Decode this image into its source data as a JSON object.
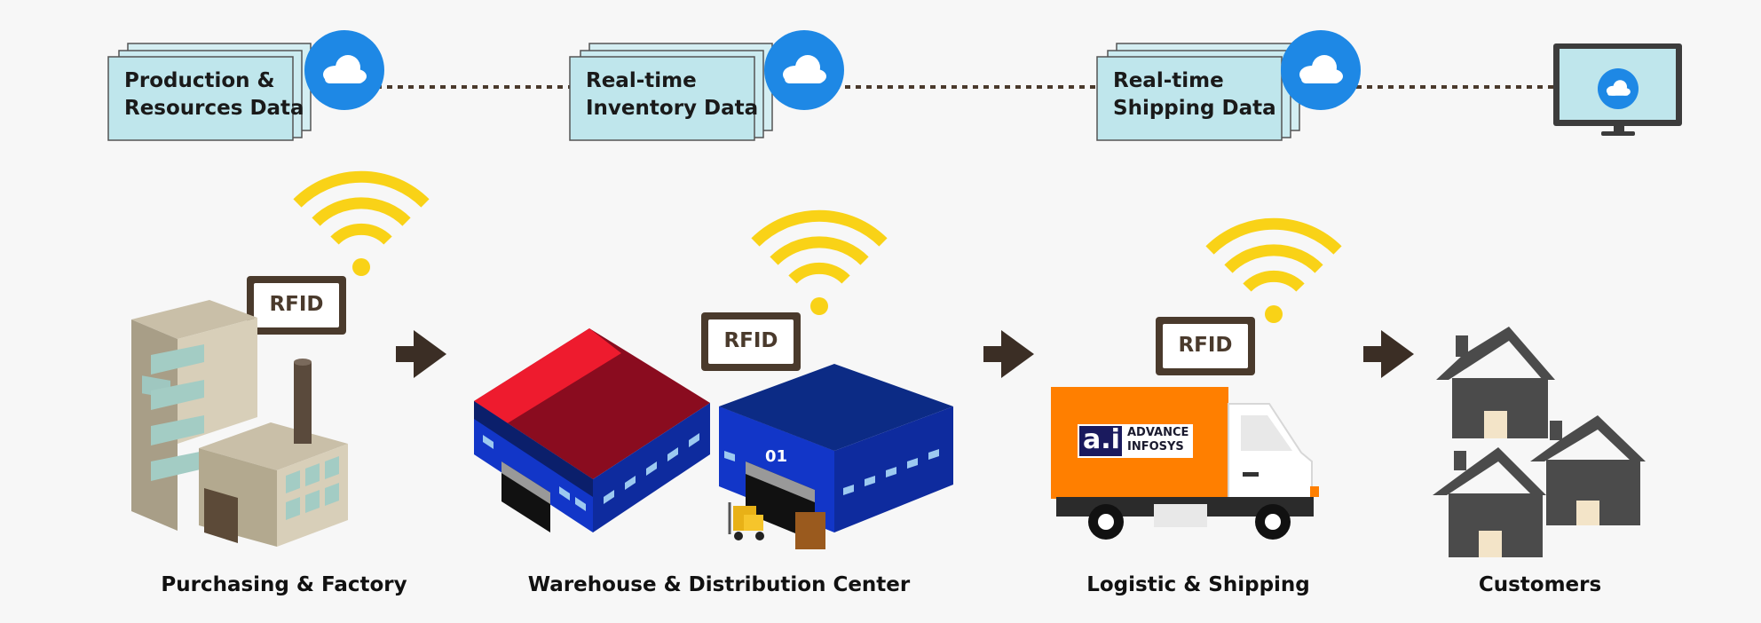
{
  "data_sources": [
    {
      "label": "Production &\nResources Data",
      "icon": "cloud-icon"
    },
    {
      "label": "Real-time\nInventory Data",
      "icon": "cloud-icon"
    },
    {
      "label": "Real-time\nShipping Data",
      "icon": "cloud-icon"
    }
  ],
  "endpoint": {
    "icon": "monitor-cloud-icon"
  },
  "rfid_tag": "RFID",
  "stages": [
    {
      "caption": "Purchasing & Factory",
      "icon": "factory-icon"
    },
    {
      "caption": "Warehouse & Distribution Center",
      "icon": "warehouse-icon"
    },
    {
      "caption": "Logistic & Shipping",
      "icon": "truck-icon"
    },
    {
      "caption": "Customers",
      "icon": "houses-icon"
    }
  ],
  "warehouse_door_number": "01",
  "truck": {
    "logo": "a.i",
    "brand": "ADVANCE\nINFOSYS"
  },
  "colors": {
    "doc_fill": "#bfe6ec",
    "cloud_blue": "#1e88e5",
    "wifi_yellow": "#f9d217",
    "arrow_brown": "#3b2e25",
    "truck_orange": "#ff7f00",
    "roof_red": "#e8152b",
    "warehouse_blue": "#0d2d8c",
    "house_gray": "#4b4b4b"
  }
}
